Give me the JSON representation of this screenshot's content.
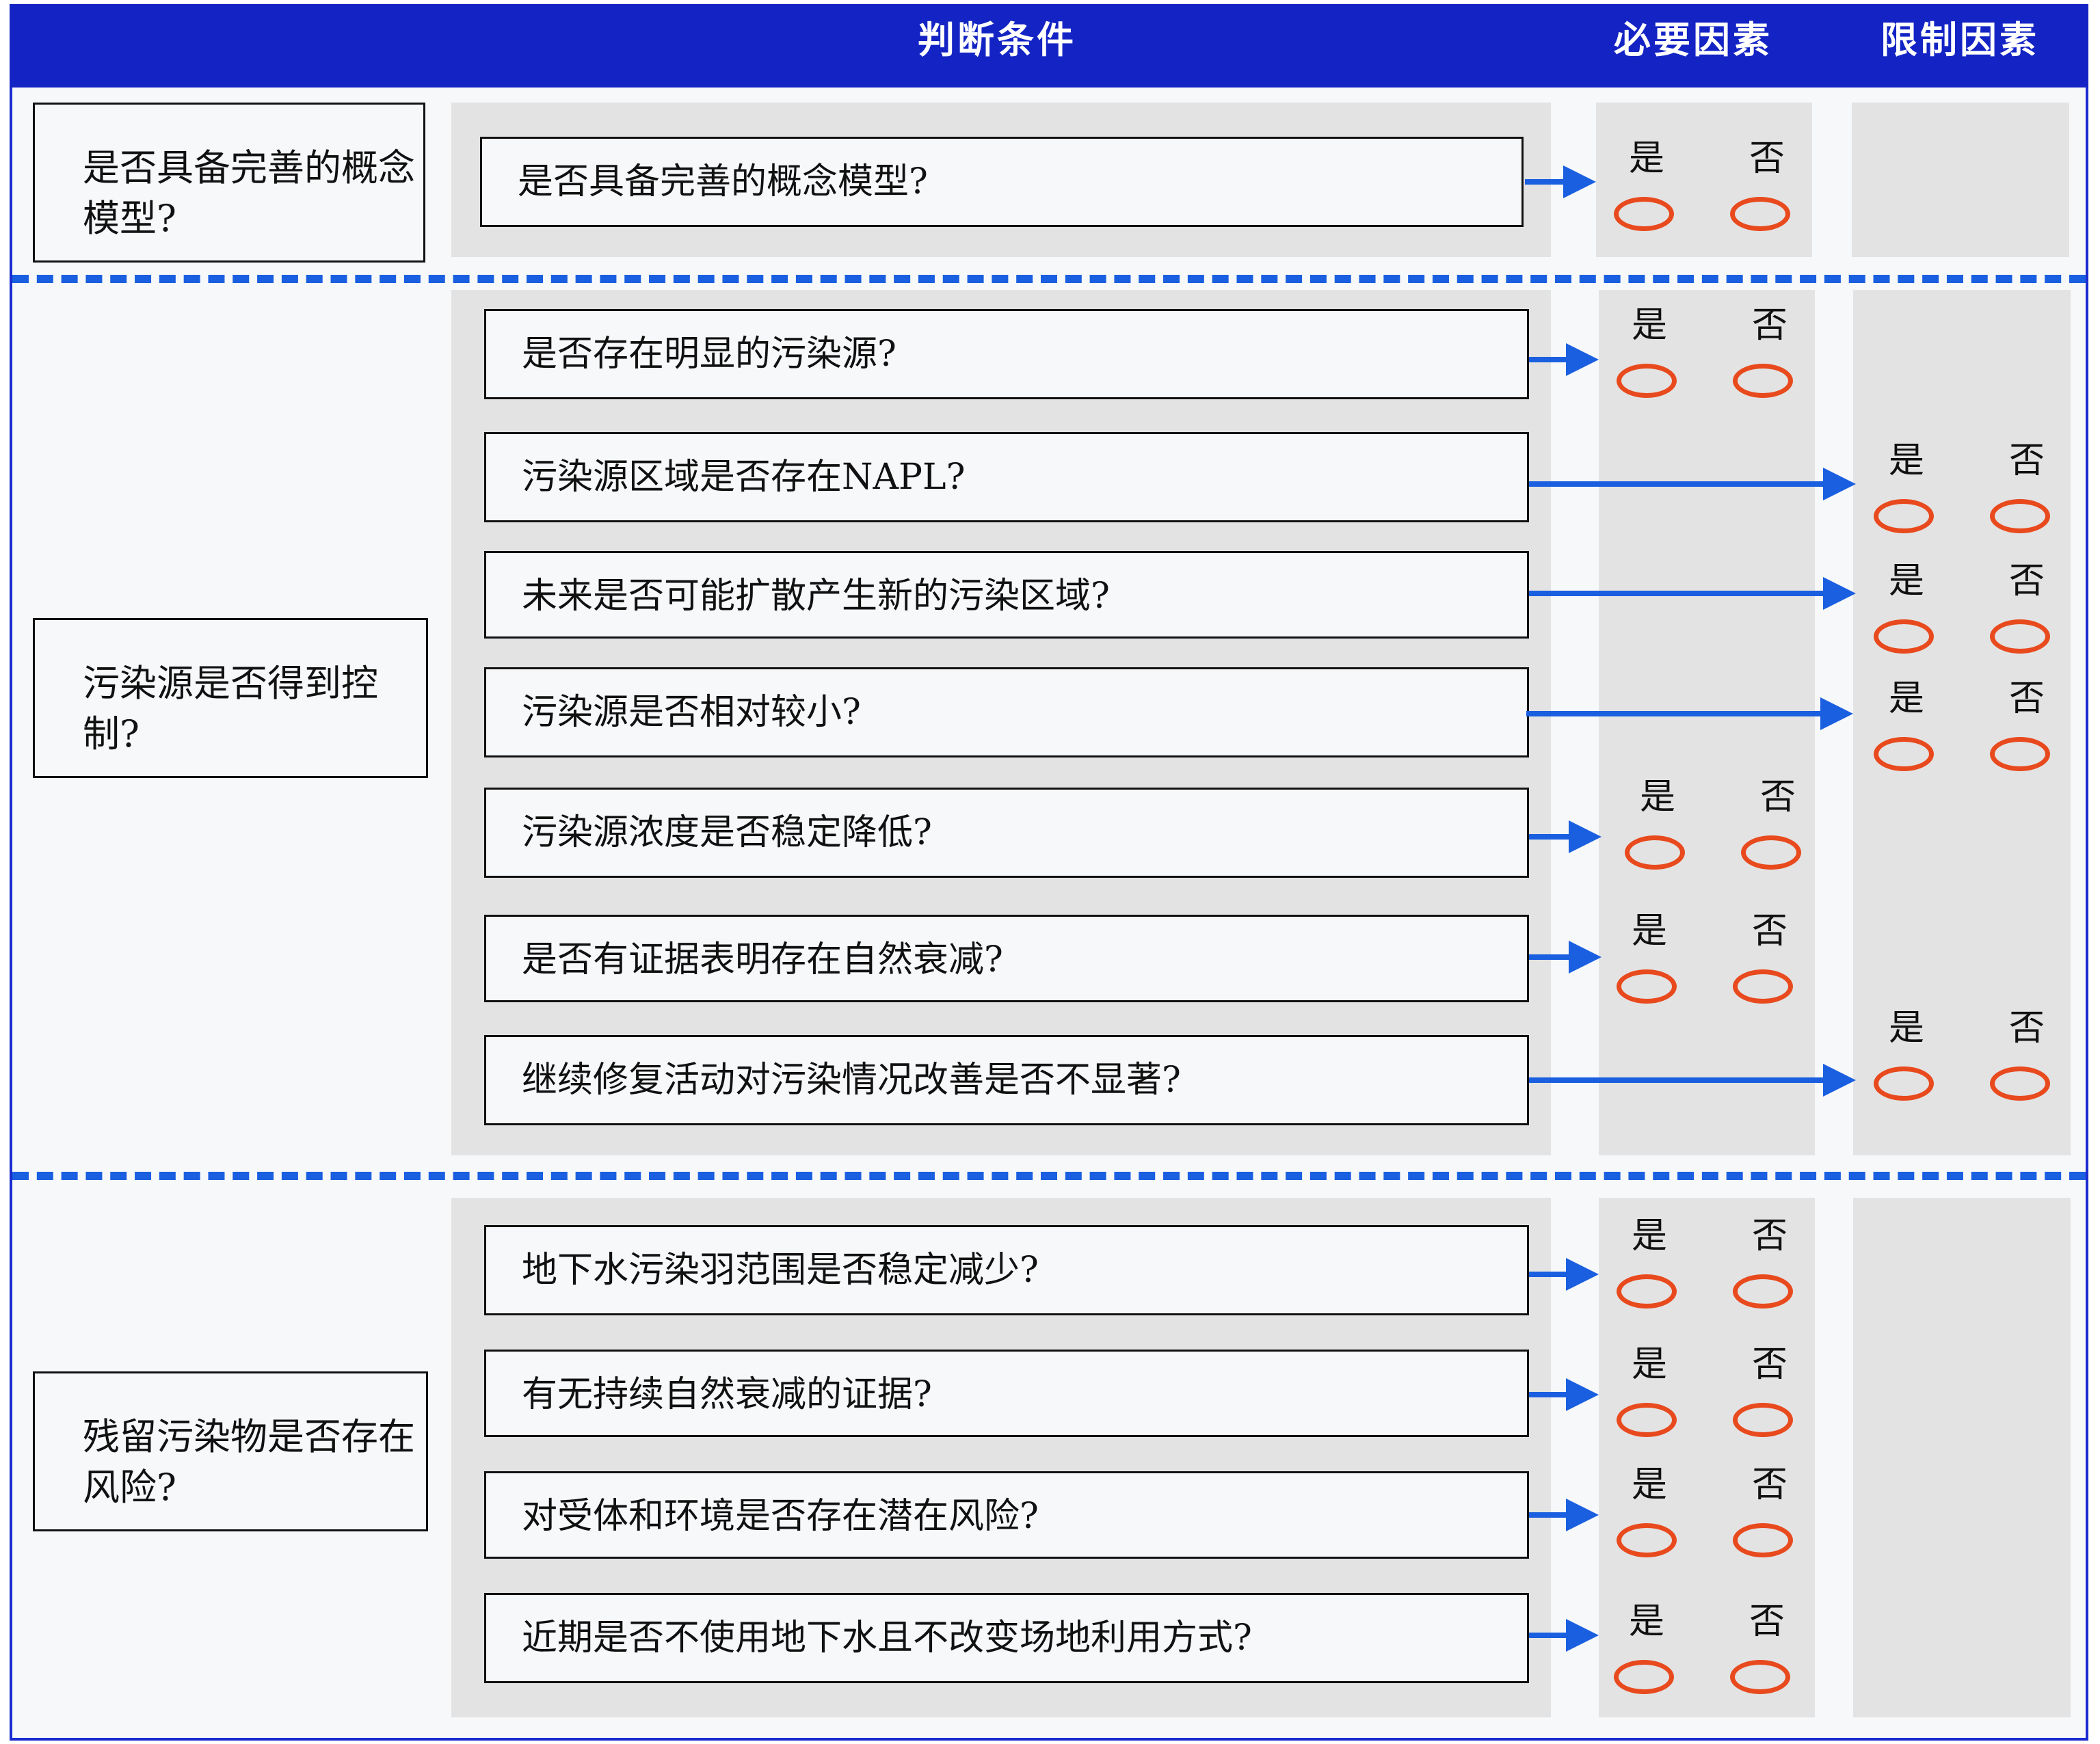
{
  "header": {
    "conditions_label": "判断条件",
    "necessary_label": "必要因素",
    "limiting_label": "限制因素"
  },
  "colors": {
    "header_bg": "#1424c4",
    "arrow": "#1a5fe0",
    "divider": "#1a5fe0",
    "answer_circle": "#e84a1e",
    "panel": "#e3e3e3"
  },
  "categories": [
    "是否具备完善的概念模型?",
    "污染源是否得到控制?",
    "残留污染物是否存在风险?"
  ],
  "conditions": [
    {
      "text": "是否具备完善的概念模型?",
      "factor": "necessary",
      "yes": "是",
      "no": "否"
    },
    {
      "text": "是否存在明显的污染源?",
      "factor": "necessary",
      "yes": "是",
      "no": "否"
    },
    {
      "text": "污染源区域是否存在NAPL?",
      "factor": "limiting",
      "yes": "是",
      "no": "否"
    },
    {
      "text": "未来是否可能扩散产生新的污染区域?",
      "factor": "limiting",
      "yes": "是",
      "no": "否"
    },
    {
      "text": "污染源是否相对较小?",
      "factor": "limiting",
      "yes": "是",
      "no": "否"
    },
    {
      "text": "污染源浓度是否稳定降低?",
      "factor": "necessary",
      "yes": "是",
      "no": "否"
    },
    {
      "text": "是否有证据表明存在自然衰减?",
      "factor": "necessary",
      "yes": "是",
      "no": "否"
    },
    {
      "text": "继续修复活动对污染情况改善是否不显著?",
      "factor": "limiting",
      "yes": "是",
      "no": "否"
    },
    {
      "text": "地下水污染羽范围是否稳定减少?",
      "factor": "necessary",
      "yes": "是",
      "no": "否"
    },
    {
      "text": "有无持续自然衰减的证据?",
      "factor": "necessary",
      "yes": "是",
      "no": "否"
    },
    {
      "text": "对受体和环境是否存在潜在风险?",
      "factor": "necessary",
      "yes": "是",
      "no": "否"
    },
    {
      "text": "近期是否不使用地下水且不改变场地利用方式?",
      "factor": "necessary",
      "yes": "是",
      "no": "否"
    }
  ]
}
